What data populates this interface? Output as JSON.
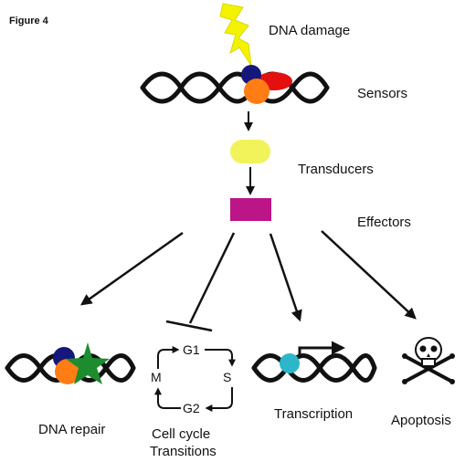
{
  "figure_label": "Figure 4",
  "stages": {
    "damage": "DNA damage",
    "sensors": "Sensors",
    "transducers": "Transducers",
    "effectors": "Effectors"
  },
  "outcomes": {
    "repair": "DNA repair",
    "cell_cycle_line1": "Cell cycle",
    "cell_cycle_line2": "Transitions",
    "transcription": "Transcription",
    "apoptosis": "Apoptosis"
  },
  "cell_cycle_phases": {
    "g1": "G1",
    "s": "S",
    "g2": "G2",
    "m": "M"
  },
  "colors": {
    "lightning": "#f3f300",
    "sensor_navy": "#15177a",
    "sensor_red": "#e41010",
    "sensor_orange": "#ff7d14",
    "transducer_yellow": "#f2f25a",
    "effector_magenta": "#bc1587",
    "repair_star_green": "#1c8c2e",
    "transcription_teal": "#2bb7c9"
  }
}
